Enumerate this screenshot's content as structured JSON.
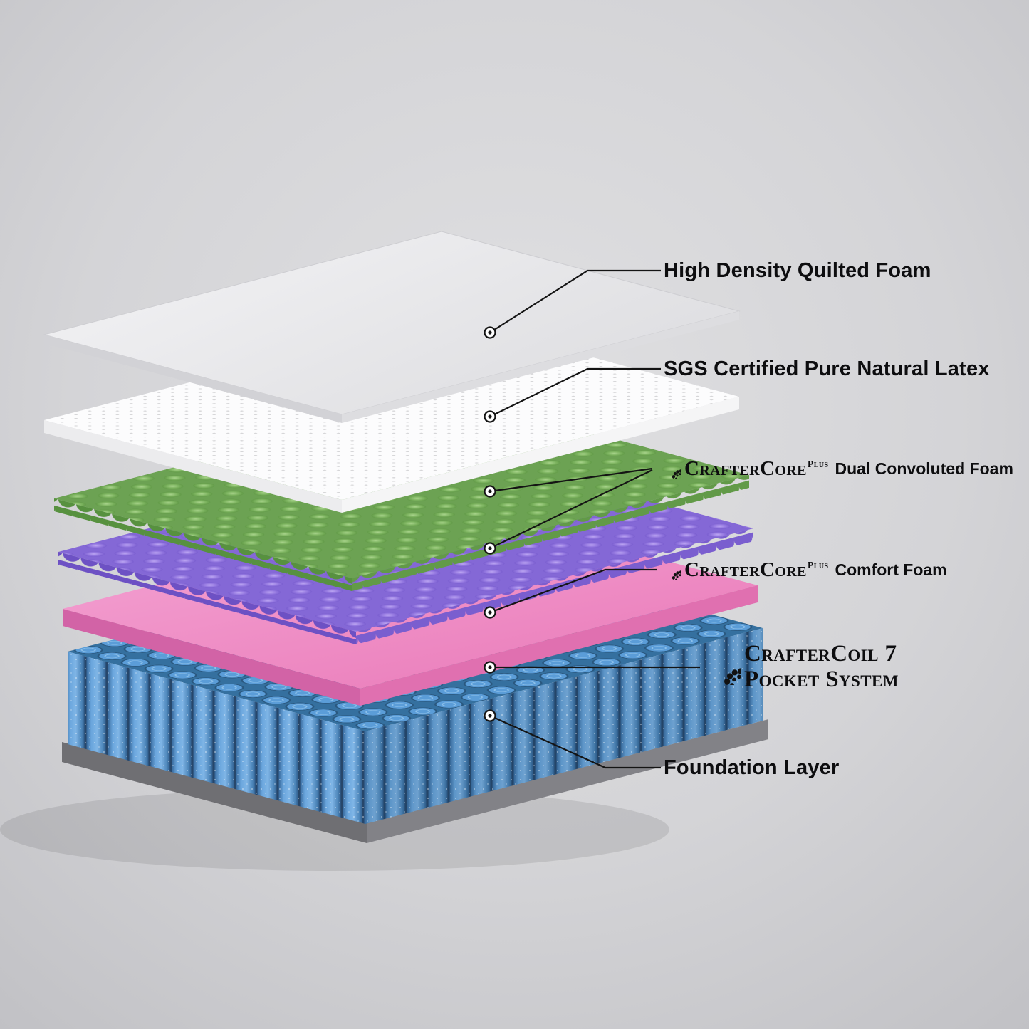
{
  "labels": {
    "quilted": "High Density Quilted Foam",
    "latex": "SGS Certified Pure Natural Latex",
    "dual_brand": "CrafterCore",
    "dual_sup": "Plus",
    "dual_text": "Dual Convoluted Foam",
    "comfort_brand": "CrafterCore",
    "comfort_sup": "Plus",
    "comfort_text": "Comfort Foam",
    "coil_line1": "CrafterCoil 7",
    "coil_line2": "Pocket System",
    "foundation": "Foundation Layer"
  },
  "layers": [
    {
      "name": "High Density Quilted Foam",
      "color": "#e9e9ec"
    },
    {
      "name": "SGS Certified Pure Natural Latex",
      "color": "#fbfbfc"
    },
    {
      "name": "Dual Convoluted Foam (top)",
      "color": "#79b25c"
    },
    {
      "name": "Dual Convoluted Foam (bottom)",
      "color": "#9478e0"
    },
    {
      "name": "Comfort Foam",
      "color": "#ef8cc5"
    },
    {
      "name": "CrafterCoil 7 Pocket System",
      "color": "#4f97d6"
    },
    {
      "name": "Foundation Layer",
      "color": "#76767a"
    }
  ]
}
